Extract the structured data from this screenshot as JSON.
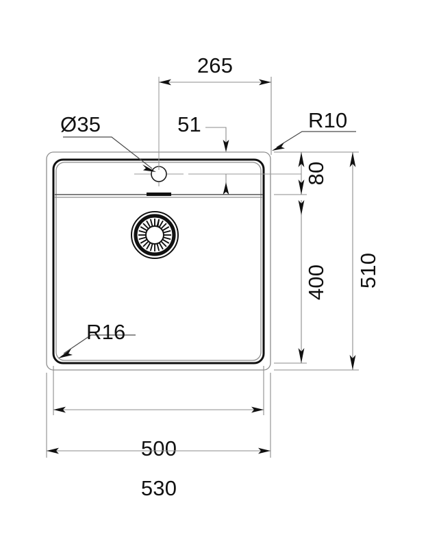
{
  "drawing": {
    "title": "Kitchen sink top view technical drawing",
    "units": "mm",
    "line_color": "#8b8b8b",
    "text_color": "#111111",
    "background": "#ffffff"
  },
  "dimensions": {
    "overall_width": "530",
    "bowl_width": "500",
    "overall_height": "510",
    "bowl_height": "400",
    "ledge_height": "80",
    "tap_hole_offset_x": "265",
    "tap_hole_offset_y": "51",
    "tap_hole_diameter": "Ø35",
    "outer_corner_radius": "R10",
    "bowl_corner_radius": "R16"
  },
  "labels": {
    "d265": "265",
    "d51": "51",
    "d35": "Ø35",
    "r10": "R10",
    "r16": "R16",
    "d80": "80",
    "d400": "400",
    "d510": "510",
    "d500": "500",
    "d530": "530"
  },
  "features": {
    "tap_hole": "tap-hole",
    "drain": "drain-strainer",
    "overflow": "overflow-slot",
    "rim": "sink-rim",
    "basin": "sink-basin"
  }
}
